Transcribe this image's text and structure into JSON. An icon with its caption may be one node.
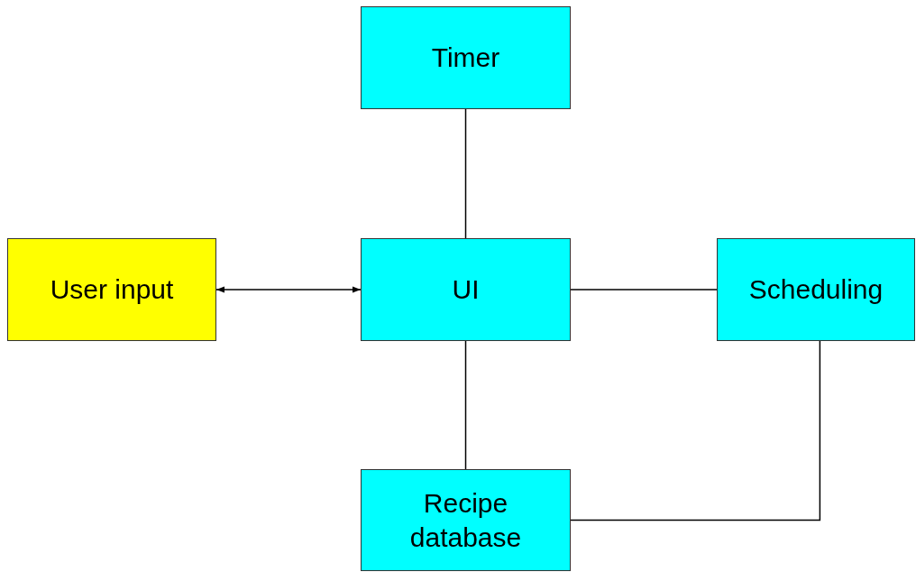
{
  "diagram": {
    "nodes": [
      {
        "text": [
          "Timer"
        ]
      },
      {
        "text": [
          "User input"
        ]
      },
      {
        "text": [
          "UI"
        ]
      },
      {
        "text": [
          "Scheduling"
        ]
      },
      {
        "text": [
          "Recipe database"
        ]
      }
    ],
    "edges": [
      {
        "from": 0,
        "to": 2,
        "arrow": "none"
      },
      {
        "from": 1,
        "to": 2,
        "arrow": "both"
      },
      {
        "from": 2,
        "to": 3,
        "arrow": "none"
      },
      {
        "from": 2,
        "to": 4,
        "arrow": "none"
      },
      {
        "from": 3,
        "to": 4,
        "arrow": "none"
      }
    ]
  }
}
